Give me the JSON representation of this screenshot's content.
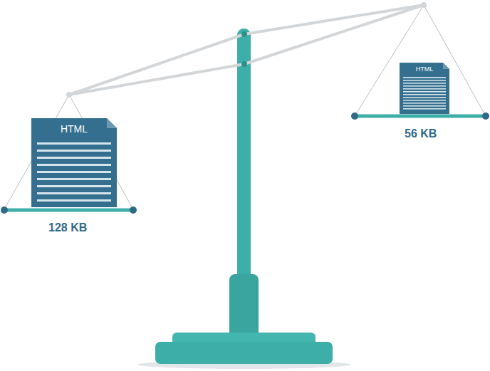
{
  "diagram": {
    "nodes": [
      {
        "text": [
          "HTML"
        ]
      },
      {
        "text": [
          "HTML"
        ]
      }
    ],
    "labels": [
      "128 KB",
      "56 KB"
    ]
  }
}
